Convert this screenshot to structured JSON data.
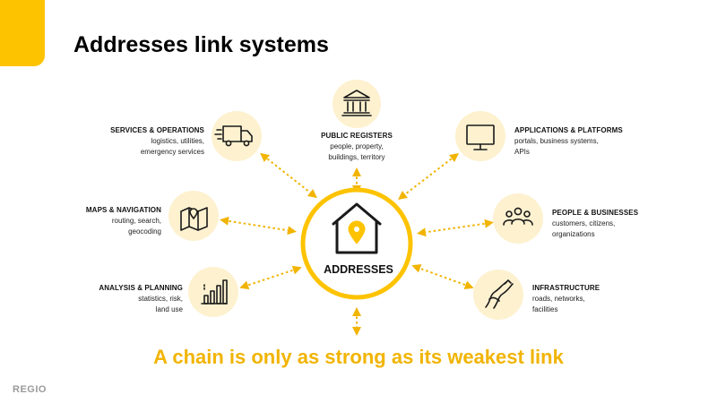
{
  "slide": {
    "title": "Addresses link systems",
    "tagline": "A chain is only as strong as its weakest link",
    "brand": "REGIO"
  },
  "center": {
    "label": "ADDRESSES",
    "icon": "house-location-pin-icon"
  },
  "nodes": {
    "services": {
      "title": "SERVICES & OPERATIONS",
      "lines": [
        "logistics, utilities,",
        "emergency services"
      ],
      "icon": "delivery-truck-icon"
    },
    "registers": {
      "title": "PUBLIC REGISTERS",
      "lines": [
        "people, property,",
        "buildings, territory"
      ],
      "icon": "government-building-icon"
    },
    "applications": {
      "title": "APPLICATIONS & PLATFORMS",
      "lines": [
        "portals, business systems,",
        "APIs"
      ],
      "icon": "monitor-icon"
    },
    "maps": {
      "title": "MAPS & NAVIGATION",
      "lines": [
        "routing, search,",
        "geocoding"
      ],
      "icon": "folded-map-icon"
    },
    "people": {
      "title": "PEOPLE & BUSINESSES",
      "lines": [
        "customers, citizens,",
        "organizations"
      ],
      "icon": "group-people-icon"
    },
    "analysis": {
      "title": "ANALYSIS & PLANNING",
      "lines": [
        "statistics, risk,",
        "land use"
      ],
      "icon": "bar-chart-icon"
    },
    "infrastructure": {
      "title": "INFRASTRUCTURE",
      "lines": [
        "roads, networks,",
        "facilities"
      ],
      "icon": "road-network-icon"
    }
  },
  "colors": {
    "accent": "#FDC300",
    "accent_dark": "#F1B400",
    "node_fill": "#FDF1CF",
    "icon_stroke": "#1a1a1a",
    "brand_gray": "#9a9a9a"
  }
}
